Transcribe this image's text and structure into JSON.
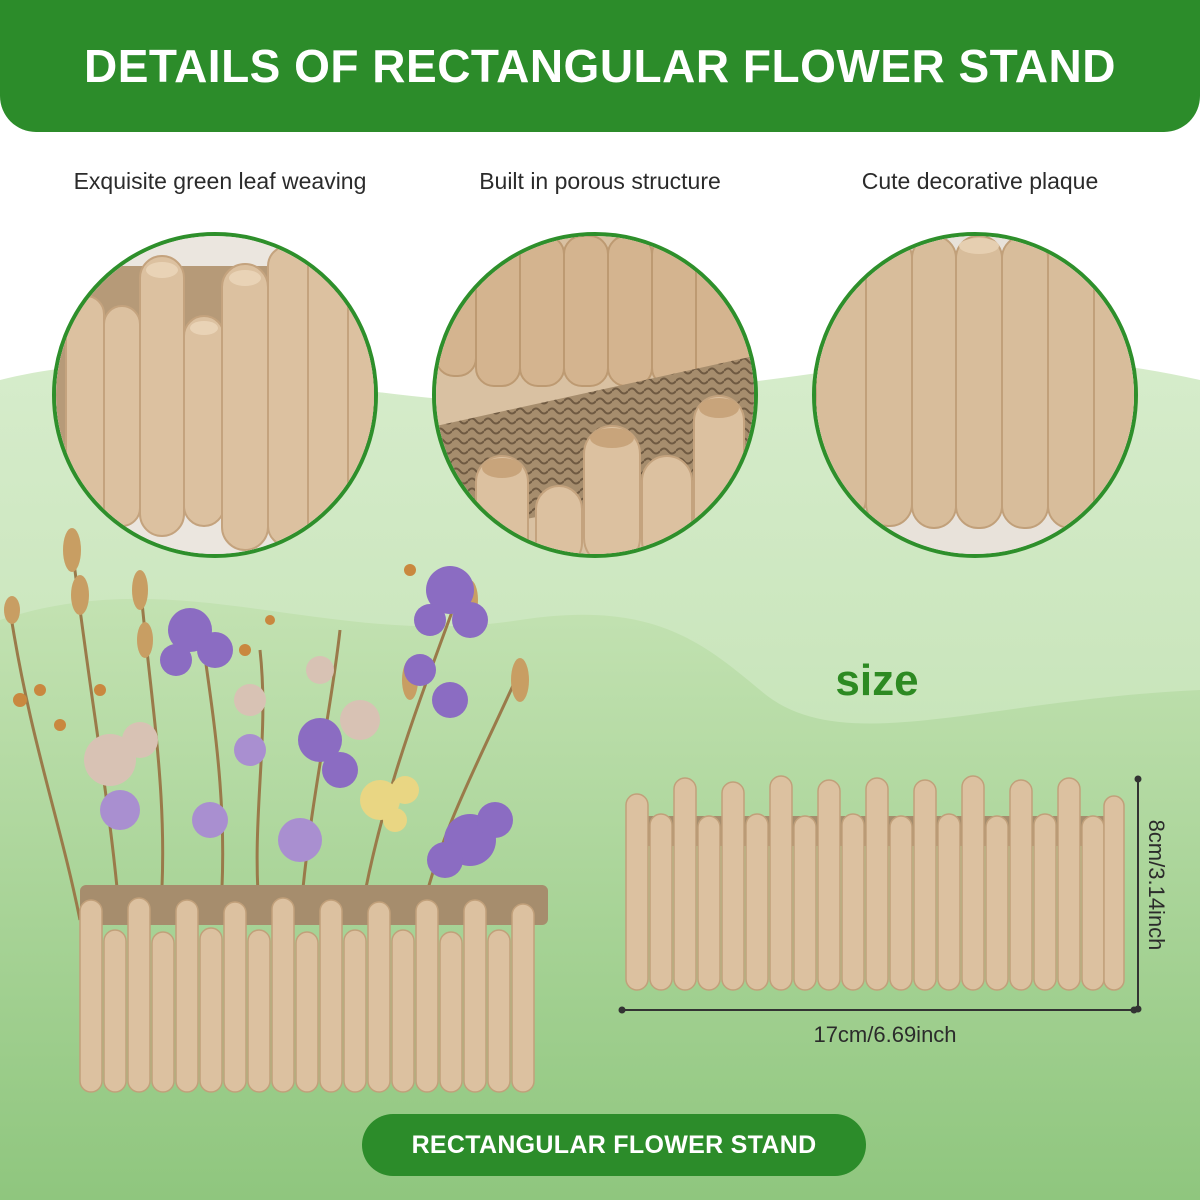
{
  "header": {
    "title": "DETAILS OF RECTANGULAR FLOWER STAND"
  },
  "features": [
    {
      "caption": "Exquisite green leaf weaving"
    },
    {
      "caption": "Built in porous structure"
    },
    {
      "caption": "Cute decorative plaque"
    }
  ],
  "size_section": {
    "heading": "size",
    "width_label": "17cm/6.69inch",
    "height_label": "8cm/3.14inch"
  },
  "footer": {
    "label": "RECTANGULAR FLOWER STAND"
  },
  "colors": {
    "brand_green": "#2c8c2a",
    "accent_green": "#2d8a22",
    "light_green": "#c9e6bd",
    "wood": "#dcc1a0",
    "wood_dark": "#b9976f",
    "cardboard": "#9c8668"
  }
}
